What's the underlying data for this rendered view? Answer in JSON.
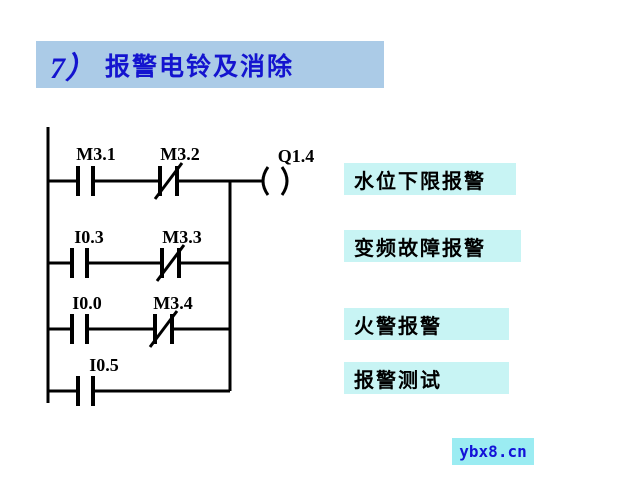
{
  "title": {
    "number": "7）",
    "text": "报警电铃及消除"
  },
  "ladder": {
    "rung1": {
      "contact1": "M3.1",
      "contact2": "M3.2",
      "coil": "Q1.4"
    },
    "rung2": {
      "contact1": "I0.3",
      "contact2": "M3.3"
    },
    "rung3": {
      "contact1": "I0.0",
      "contact2": "M3.4"
    },
    "rung4": {
      "contact1": "I0.5"
    }
  },
  "annotations": {
    "water_level": "水位下限报警",
    "vfd_fault": "变频故障报警",
    "fire": "火警报警",
    "test": "报警测试"
  },
  "watermark": "ybx8.cn",
  "colors": {
    "title_bg": "#abcbe7",
    "title_text": "#1414cf",
    "annotation_bg": "#c8f4f4",
    "line": "#000000",
    "watermark_bg": "#9becf2",
    "watermark_text": "#1313d8"
  }
}
